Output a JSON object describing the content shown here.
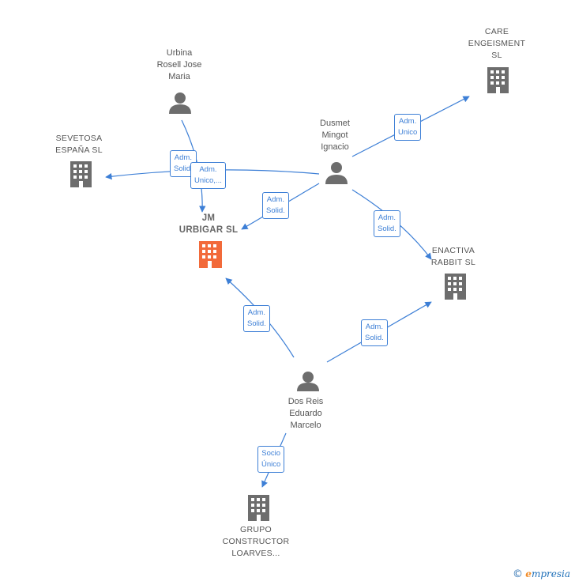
{
  "people": [
    {
      "id": "urbina",
      "lines": [
        "Urbina",
        "Rosell Jose",
        "Maria"
      ]
    },
    {
      "id": "dusmet",
      "lines": [
        "Dusmet",
        "Mingot",
        "Ignacio"
      ]
    },
    {
      "id": "dosreis",
      "lines": [
        "Dos Reis",
        "Eduardo",
        "Marcelo"
      ]
    }
  ],
  "companies": [
    {
      "id": "care",
      "lines": [
        "CARE",
        "ENGEISMENT",
        "SL"
      ],
      "color": "#6d6d6d"
    },
    {
      "id": "sevetosa",
      "lines": [
        "SEVETOSA",
        "ESPAÑA  SL"
      ],
      "color": "#6d6d6d"
    },
    {
      "id": "jm",
      "lines": [
        "JM",
        "URBIGAR  SL"
      ],
      "color": "#f26a3a"
    },
    {
      "id": "enactiva",
      "lines": [
        "ENACTIVA",
        "RABBIT  SL"
      ],
      "color": "#6d6d6d"
    },
    {
      "id": "grupo",
      "lines": [
        "GRUPO",
        "CONSTRUCTOR",
        "LOARVES..."
      ],
      "color": "#6d6d6d"
    }
  ],
  "relations": [
    {
      "id": "urbina-jm",
      "lines": [
        "Adm.",
        "Solid."
      ]
    },
    {
      "id": "urbina-sevetosa",
      "lines": [
        "Adm.",
        "Unico,..."
      ]
    },
    {
      "id": "dusmet-care",
      "lines": [
        "Adm.",
        "Unico"
      ]
    },
    {
      "id": "dusmet-jm",
      "lines": [
        "Adm.",
        "Solid."
      ]
    },
    {
      "id": "dusmet-enactiva",
      "lines": [
        "Adm.",
        "Solid."
      ]
    },
    {
      "id": "dosreis-jm",
      "lines": [
        "Adm.",
        "Solid."
      ]
    },
    {
      "id": "dosreis-enactiva",
      "lines": [
        "Adm.",
        "Solid."
      ]
    },
    {
      "id": "dosreis-grupo",
      "lines": [
        "Socio",
        "Único"
      ]
    }
  ],
  "footer": {
    "copyright": "©",
    "brand_e": "e",
    "brand_rest": "mpresia"
  },
  "colors": {
    "edge": "#3d7fd6",
    "person": "#6d6d6d",
    "company": "#6d6d6d",
    "main_company": "#f26a3a"
  }
}
